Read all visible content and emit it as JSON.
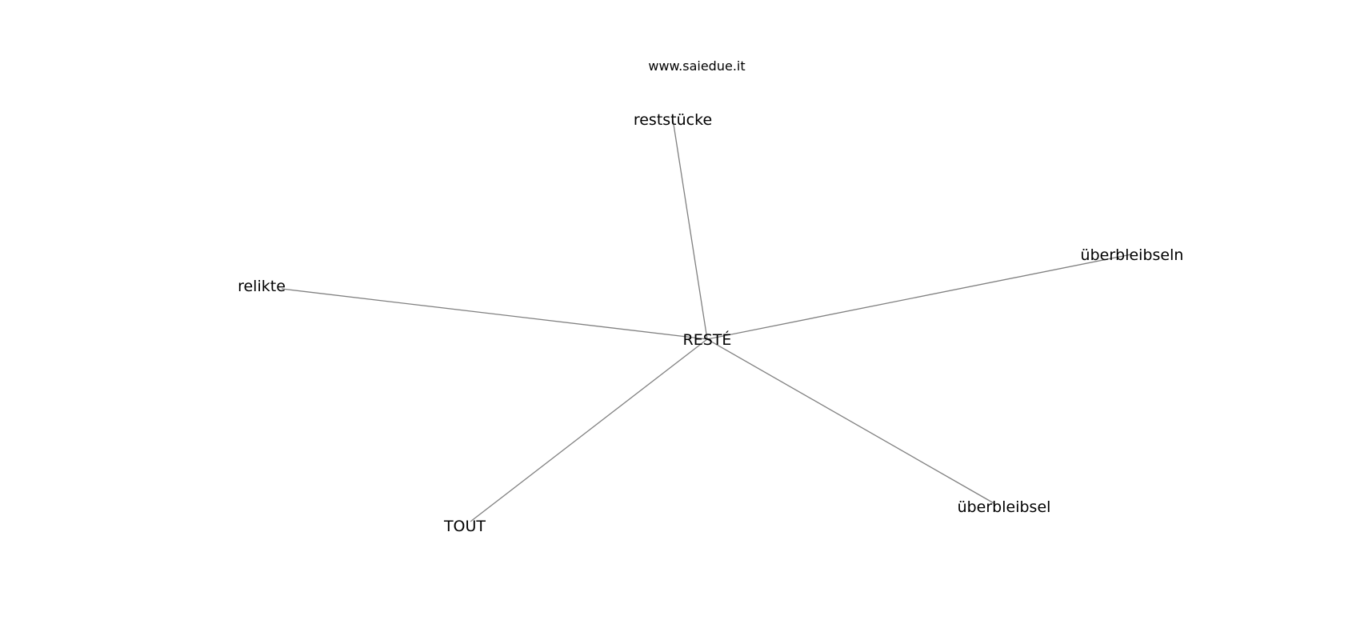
{
  "watermark": "www.saiedue.it",
  "center": {
    "id": "reste",
    "label": "RESTÉ"
  },
  "nodes": [
    {
      "id": "reststucke",
      "label": "reststücke"
    },
    {
      "id": "uberbleibseln",
      "label": "überbleibseln"
    },
    {
      "id": "relikte",
      "label": "relikte"
    },
    {
      "id": "tout",
      "label": "TOUT"
    },
    {
      "id": "uberbleibsel",
      "label": "überbleibsel"
    }
  ],
  "edges": [
    {
      "from": "reste",
      "to": "reststucke"
    },
    {
      "from": "reste",
      "to": "uberbleibseln"
    },
    {
      "from": "reste",
      "to": "relikte"
    },
    {
      "from": "reste",
      "to": "tout"
    },
    {
      "from": "reste",
      "to": "uberbleibsel"
    }
  ]
}
